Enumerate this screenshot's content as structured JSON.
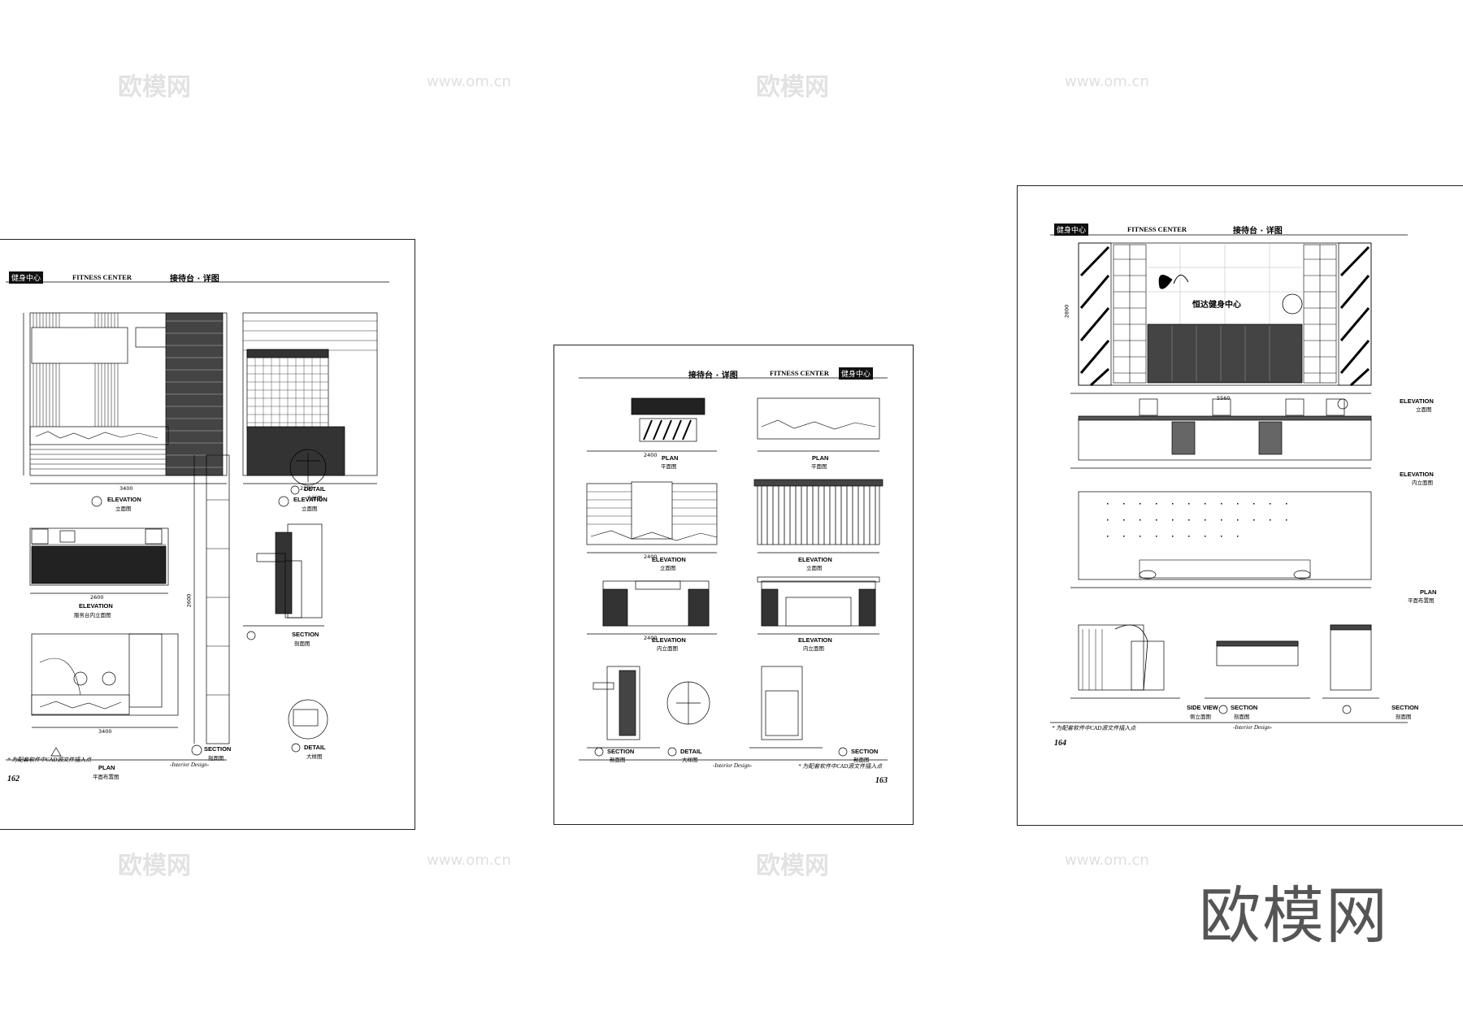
{
  "common": {
    "header_en": "FITNESS CENTER",
    "header_cn": "接待台 · 详图",
    "brand": "健身中心",
    "note": "* 为配套软件中CAD源文件插入点",
    "footer": "-Interior Design-"
  },
  "sheet1": {
    "page_number": "162",
    "labels": {
      "a_elev": "ELEVATION",
      "a_elev_cn": "立面图",
      "b_elev": "ELEVATION",
      "b_elev_cn": "立面图",
      "svc_elev": "ELEVATION",
      "svc_elev_cn": "服务台内立面图",
      "detail_e": "DETAIL",
      "detail_e_cn": "大样图",
      "section_c": "SECTION",
      "section_c_cn": "剖面图",
      "plan": "PLAN",
      "plan_cn": "平面布置图",
      "section_b": "SECTION",
      "section_b_cn": "剖面图",
      "detail_f": "DETAIL",
      "detail_f_cn": "大样图"
    },
    "dims": {
      "a_total": "3400",
      "b_total": "2250",
      "svc_total": "2600",
      "plan_total": "3400",
      "sec_h": "2600"
    }
  },
  "sheet2": {
    "page_number": "163",
    "labels": {
      "plan1": "PLAN",
      "plan1_cn": "平面图",
      "plan2": "PLAN",
      "plan2_cn": "平面图",
      "elev1": "ELEVATION",
      "elev1_cn": "立面图",
      "elev2": "ELEVATION",
      "elev2_cn": "立面图",
      "elev3": "ELEVATION",
      "elev3_cn": "内立面图",
      "elev4": "ELEVATION",
      "elev4_cn": "内立面图",
      "sec_a": "SECTION",
      "sec_a_cn": "剖面图",
      "det_c": "DETAIL",
      "det_c_cn": "大样图",
      "sec_b": "SECTION",
      "sec_b_cn": "剖面图"
    },
    "dims": {
      "w1": "2400",
      "w2": "2400",
      "w3": "2400"
    }
  },
  "sheet3": {
    "page_number": "164",
    "labels": {
      "elev1": "ELEVATION",
      "elev1_cn": "立面图",
      "elev2": "ELEVATION",
      "elev2_cn": "内立面图",
      "plan": "PLAN",
      "plan_cn": "平面布置图",
      "side": "SIDE VIEW",
      "side_cn": "侧立面图",
      "sec_a": "SECTION",
      "sec_a_cn": "剖面图",
      "sec_b": "SECTION",
      "sec_b_cn": "剖面图"
    },
    "sign_text": "恒达健身中心",
    "dims": {
      "total": "5560",
      "h": "2800"
    }
  },
  "watermarks": {
    "logo": "欧模网",
    "url": "www.om.cn",
    "big": "欧模网"
  }
}
